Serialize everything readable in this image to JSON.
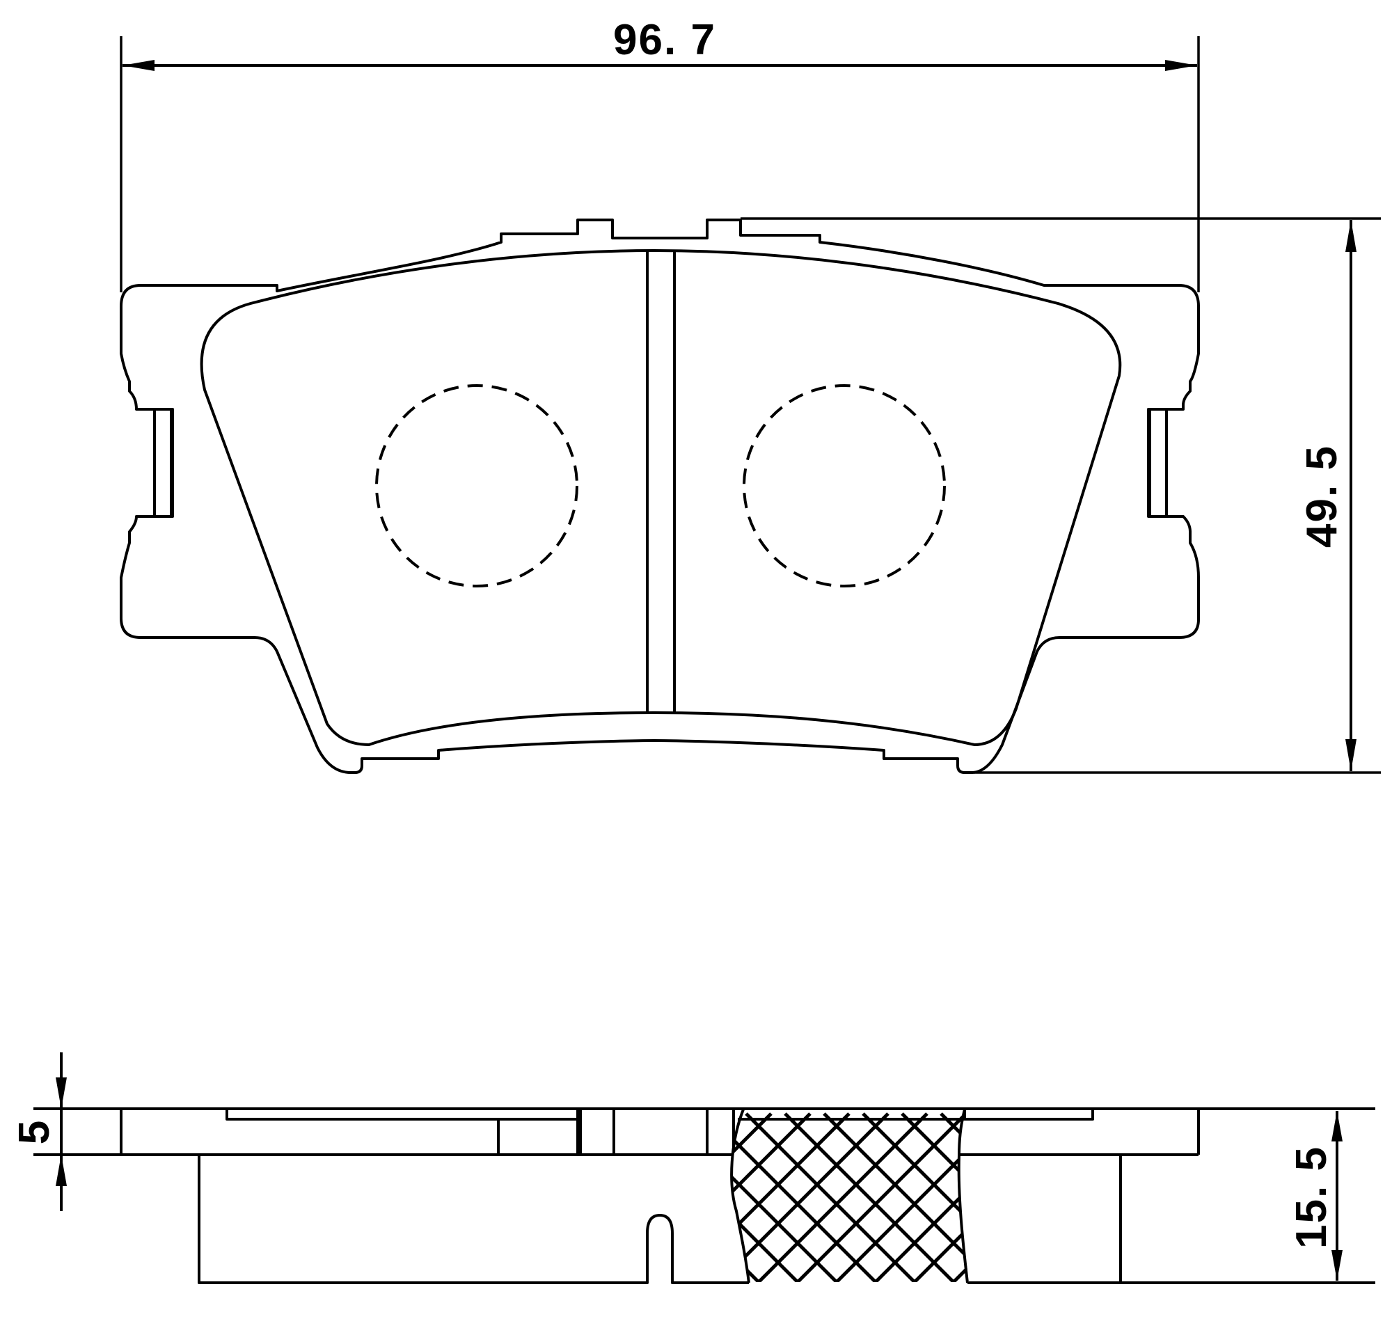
{
  "drawing": {
    "subject": "brake pad technical drawing",
    "views": [
      "front view",
      "side view"
    ]
  },
  "dimensions": {
    "width": "96. 7",
    "height": "49. 5",
    "backing_plate_thickness": "5",
    "total_thickness": "15. 5"
  },
  "colors": {
    "line": "#000000",
    "background": "#ffffff"
  }
}
